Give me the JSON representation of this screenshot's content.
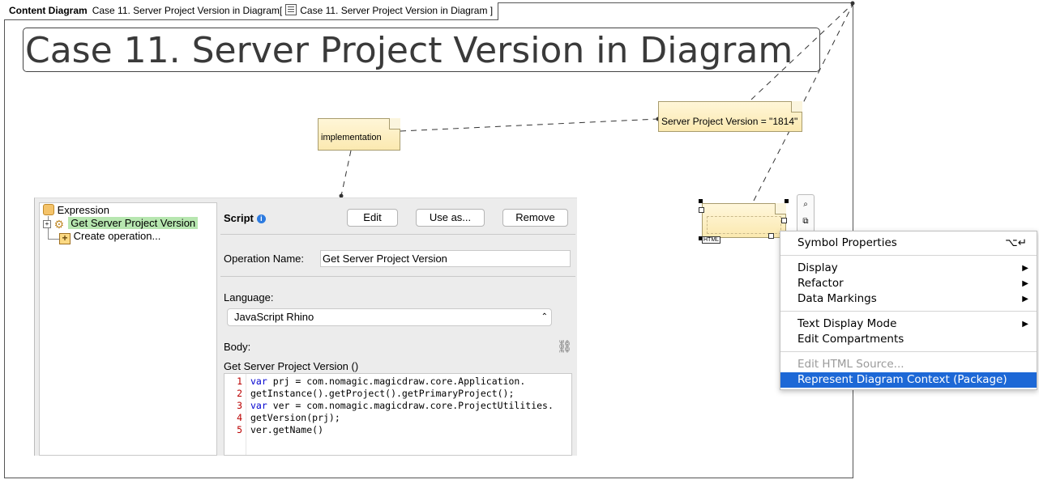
{
  "frame": {
    "kind": "Content Diagram",
    "name": "Case 11. Server Project Version in Diagram",
    "context": "Case 11. Server Project Version in Diagram"
  },
  "title": "Case 11. Server Project Version in Diagram",
  "notes": {
    "implementation": "implementation",
    "server_version": "Server Project Version = \"1814\"",
    "html_tag": "HTML"
  },
  "tree": {
    "root": "Expression",
    "selected": "Get Server Project Version",
    "create": "Create operation..."
  },
  "script": {
    "heading": "Script",
    "edit": "Edit",
    "use_as": "Use as...",
    "remove": "Remove",
    "operation_name_label": "Operation Name:",
    "operation_name_value": "Get Server Project Version",
    "language_label": "Language:",
    "language_value": "JavaScript Rhino",
    "body_label": "Body:",
    "signature": "Get Server Project Version ()",
    "code": [
      {
        "n": "1",
        "kw": "var",
        "text": " prj = com.nomagic.magicdraw.core.Application."
      },
      {
        "n": "2",
        "kw": "",
        "text": "getInstance().getProject().getPrimaryProject();"
      },
      {
        "n": "3",
        "kw": "var",
        "text": " ver = com.nomagic.magicdraw.core.ProjectUtilities."
      },
      {
        "n": "4",
        "kw": "",
        "text": "getVersion(prj);"
      },
      {
        "n": "5",
        "kw": "",
        "text": "ver.getName()"
      }
    ]
  },
  "menu": {
    "symbol_properties": "Symbol Properties",
    "symbol_properties_shortcut": "⌥↵",
    "display": "Display",
    "refactor": "Refactor",
    "data_markings": "Data Markings",
    "text_display_mode": "Text Display Mode",
    "edit_compartments": "Edit Compartments",
    "edit_html_source": "Edit HTML Source...",
    "represent_context": "Represent Diagram Context (Package)"
  },
  "colors": {
    "note_fill": "#fbe9b0",
    "menu_highlight": "#1d68d6",
    "tree_selection": "#b7e6b0"
  }
}
